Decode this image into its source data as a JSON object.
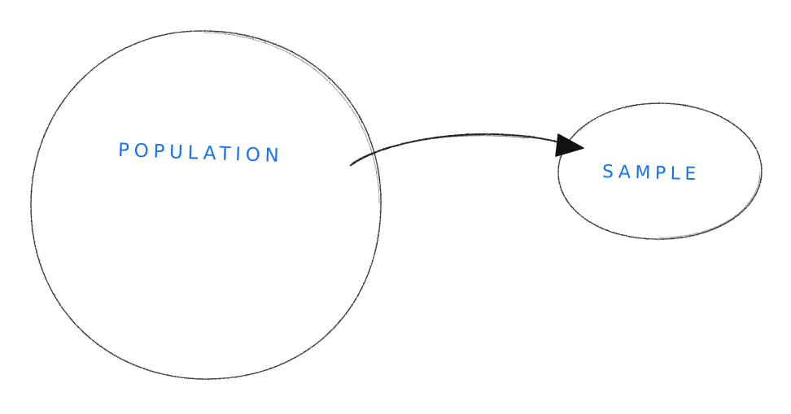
{
  "diagram": {
    "nodes": [
      {
        "id": "population",
        "label": "Population"
      },
      {
        "id": "sample",
        "label": "Sample"
      }
    ],
    "edges": [
      {
        "from": "population",
        "to": "sample"
      }
    ]
  },
  "style": {
    "stroke_color": "#3a3a3a",
    "label_color": "#1a73e8",
    "background": "#ffffff"
  }
}
